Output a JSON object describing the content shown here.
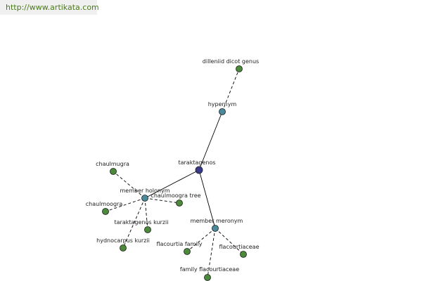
{
  "source_url": "http://www.artikata.com",
  "colors": {
    "center_node": "#3a3a8a",
    "relation_node": "#4a8a9a",
    "word_node": "#4a8a3a",
    "edge": "#000000",
    "url_text": "#4a7a1a"
  },
  "nodes": {
    "center": "taraktagenos",
    "hypernym": "hypernym",
    "member_holonym": "member holonym",
    "member_meronym": "member meronym",
    "dilleniid_dicot_genus": "dilleniid dicot genus",
    "chaulmugra": "chaulmugra",
    "chaulmoogra": "chaulmoogra",
    "chaulmoogra_tree": "chaulmoogra tree",
    "taraktagenos_kurzii": "taraktagenos kurzii",
    "hydnocarpus_kurzii": "hydnocarpus kurzii",
    "flacourtia_family": "flacourtia family",
    "flacourtiaceae": "flacourtiaceae",
    "family_flacourtiaceae": "family flacourtiaceae"
  },
  "edges": [
    {
      "from": "center",
      "to": "hypernym",
      "style": "solid"
    },
    {
      "from": "center",
      "to": "member_holonym",
      "style": "solid"
    },
    {
      "from": "center",
      "to": "member_meronym",
      "style": "solid"
    },
    {
      "from": "hypernym",
      "to": "dilleniid_dicot_genus",
      "style": "dashed"
    },
    {
      "from": "member_holonym",
      "to": "chaulmugra",
      "style": "dashed"
    },
    {
      "from": "member_holonym",
      "to": "chaulmoogra",
      "style": "dashed"
    },
    {
      "from": "member_holonym",
      "to": "chaulmoogra_tree",
      "style": "dashed"
    },
    {
      "from": "member_holonym",
      "to": "taraktagenos_kurzii",
      "style": "dashed"
    },
    {
      "from": "member_holonym",
      "to": "hydnocarpus_kurzii",
      "style": "dashed"
    },
    {
      "from": "member_meronym",
      "to": "flacourtia_family",
      "style": "dashed"
    },
    {
      "from": "member_meronym",
      "to": "flacourtiaceae",
      "style": "dashed"
    },
    {
      "from": "member_meronym",
      "to": "family_flacourtiaceae",
      "style": "dashed"
    }
  ]
}
